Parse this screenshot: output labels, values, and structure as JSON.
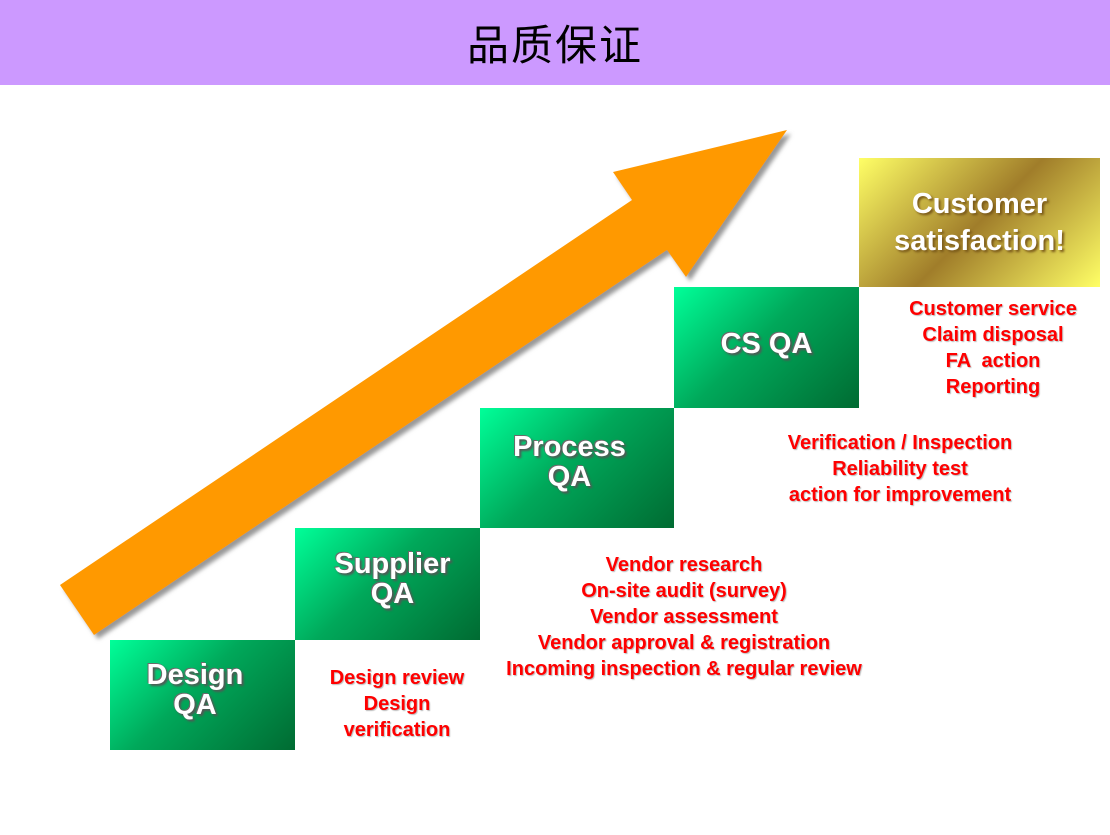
{
  "title": "品质保证",
  "steps": [
    {
      "label": "Design\nQA"
    },
    {
      "label": "Supplier\nQA"
    },
    {
      "label": "Process\nQA"
    },
    {
      "label": "CS QA"
    }
  ],
  "goal": {
    "label": "Customer\nsatisfaction!"
  },
  "descriptions": {
    "design": [
      "Design review",
      "Design",
      "verification"
    ],
    "supplier": [
      "Vendor research",
      "On-site audit (survey)",
      "Vendor assessment",
      "Vendor approval & registration",
      "Incoming inspection & regular review"
    ],
    "process": [
      "Verification / Inspection",
      "Reliability test",
      "action for improvement"
    ],
    "cs": [
      "Customer service",
      "Claim disposal",
      "FA  action",
      "Reporting"
    ]
  },
  "colors": {
    "title_bar": "#cc99ff",
    "arrow": "#ff9900",
    "step_green": "#00cc66",
    "goal_gold": "#ffff66",
    "desc_text": "#ff0000"
  },
  "icons": {
    "arrow": "up-right-arrow"
  }
}
